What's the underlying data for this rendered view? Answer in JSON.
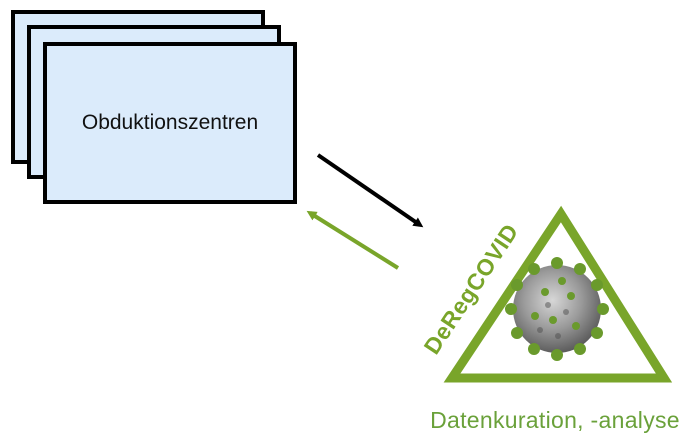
{
  "source_box": {
    "label": "Obduktionszentren",
    "fill": "#dbebfb",
    "stroke": "#000000",
    "stack_count": 3
  },
  "registry": {
    "name": "DeRegCOVID",
    "color": "#79a52a",
    "icon": "coronavirus-icon",
    "virus_color": "#6a9a2c"
  },
  "arrows": {
    "to_registry_color": "#000000",
    "to_centers_color": "#79a52a"
  },
  "caption": {
    "text": "Datenkuration, -analyse",
    "color": "#6aa13a"
  }
}
